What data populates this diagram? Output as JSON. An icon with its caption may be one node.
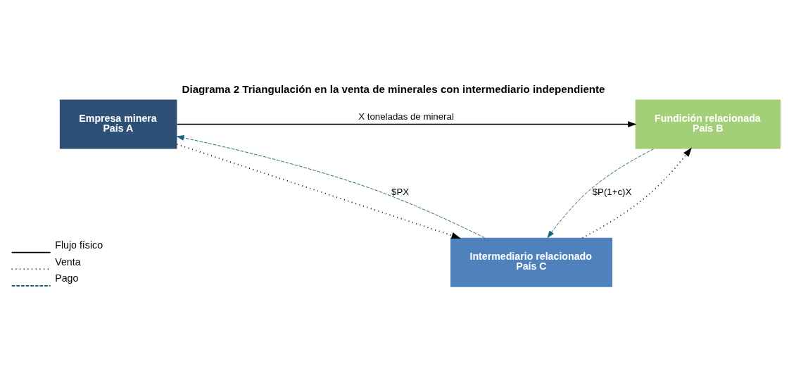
{
  "diagram": {
    "title": "Diagrama 2 Triangulación en la venta de minerales con intermediario independiente",
    "nodes": [
      {
        "text": [
          "Empresa minera",
          "País A"
        ]
      },
      {
        "text": [
          "Fundición relacionada",
          "País B"
        ]
      },
      {
        "text": [
          "Intermediario relacionado",
          "País C"
        ]
      }
    ],
    "edges": [
      {
        "from": 0,
        "to": 1,
        "arrow": "to",
        "label": "X toneladas de mineral"
      },
      {
        "from": 0,
        "to": 2,
        "arrow": "to",
        "style": "dashed"
      },
      {
        "from": 2,
        "to": 0,
        "arrow": "to",
        "style": "dashed",
        "color": "#1f6080",
        "label": "$PX"
      },
      {
        "from": 2,
        "to": 1,
        "arrow": "to",
        "style": "dashed"
      },
      {
        "from": 1,
        "to": 2,
        "arrow": "to",
        "style": "dashed",
        "color": "#1f6080",
        "label": "$P(1+c)X"
      }
    ],
    "legend": [
      {
        "text": "Flujo físico"
      },
      {
        "text": "Venta"
      },
      {
        "text": "Pago"
      }
    ]
  }
}
